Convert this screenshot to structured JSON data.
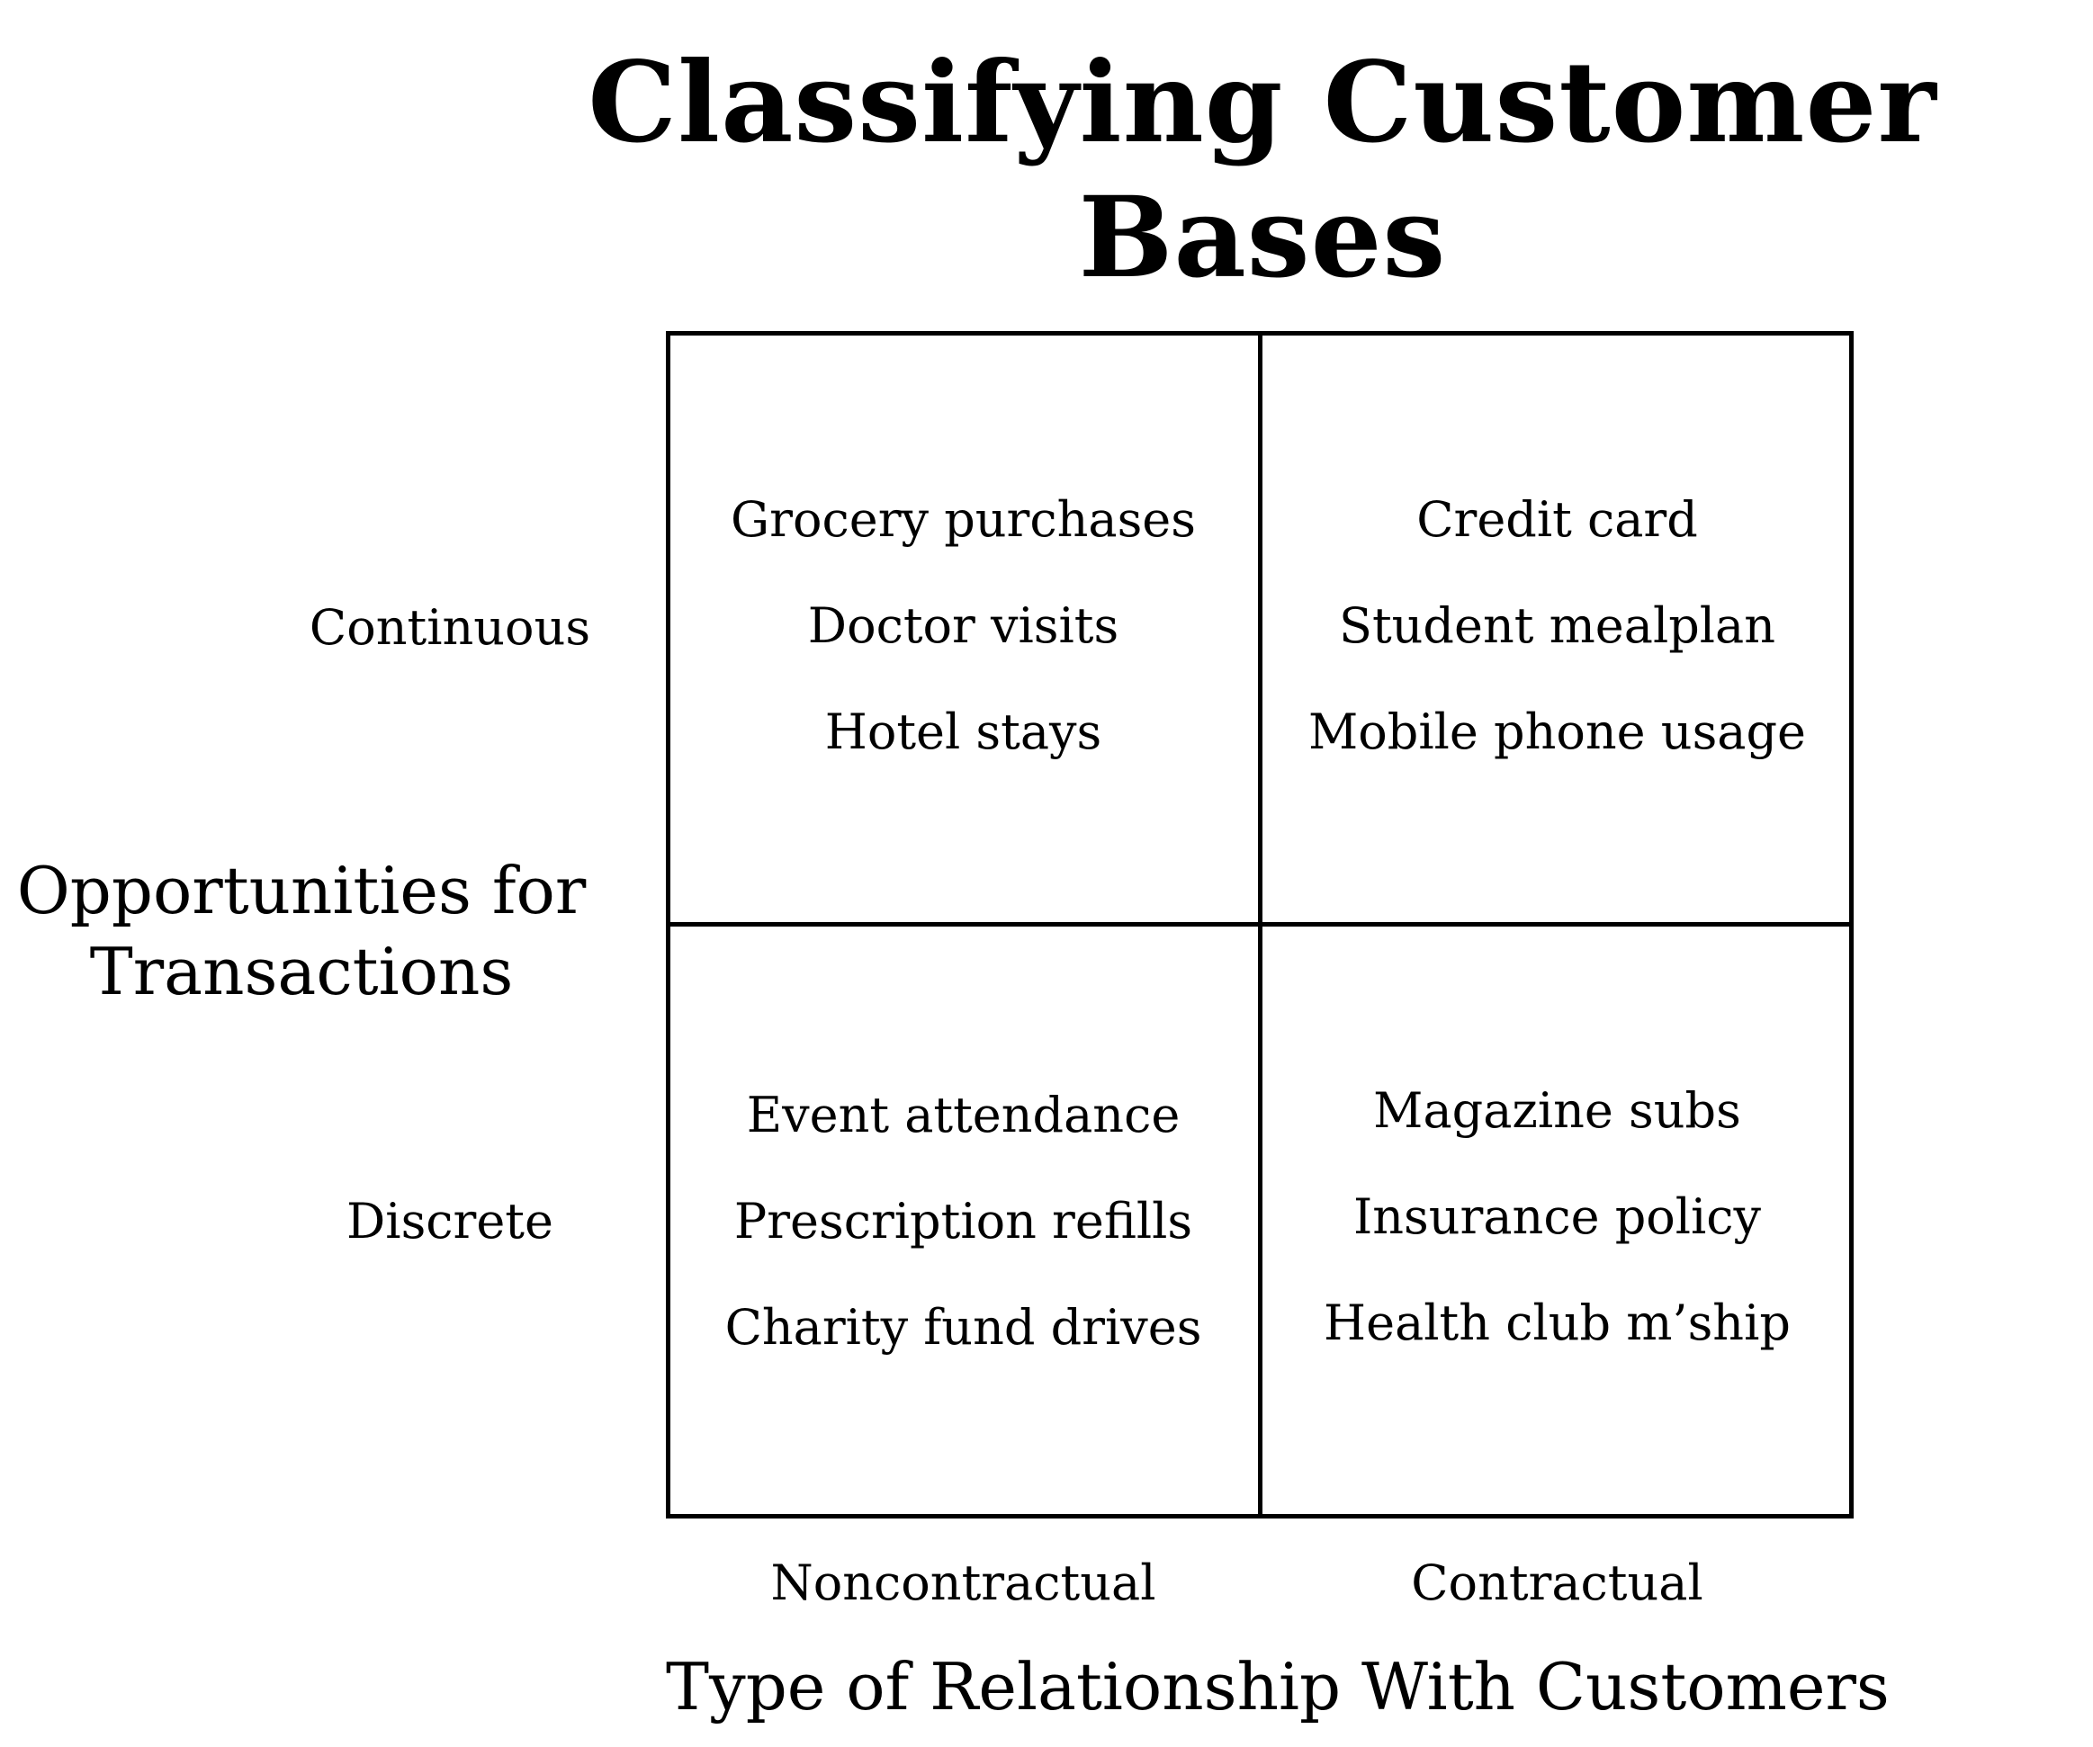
{
  "title": "Classifying Customer Bases",
  "y_axis": {
    "label_line1": "Opportunities for",
    "label_line2": "Transactions",
    "rows": [
      "Continuous",
      "Discrete"
    ]
  },
  "x_axis": {
    "label": "Type of Relationship With Customers",
    "columns": [
      "Noncontractual",
      "Contractual"
    ]
  },
  "cells": {
    "continuous_noncontractual": [
      "Grocery purchases",
      "Doctor visits",
      "Hotel stays"
    ],
    "continuous_contractual": [
      "Credit card",
      "Student mealplan",
      "Mobile phone usage"
    ],
    "discrete_noncontractual": [
      "Event attendance",
      "Prescription refills",
      "Charity fund drives"
    ],
    "discrete_contractual": [
      "Magazine subs",
      "Insurance policy",
      "Health club m’ship"
    ]
  },
  "colors": {
    "line": "#000000",
    "text": "#000000",
    "background": "#ffffff"
  }
}
